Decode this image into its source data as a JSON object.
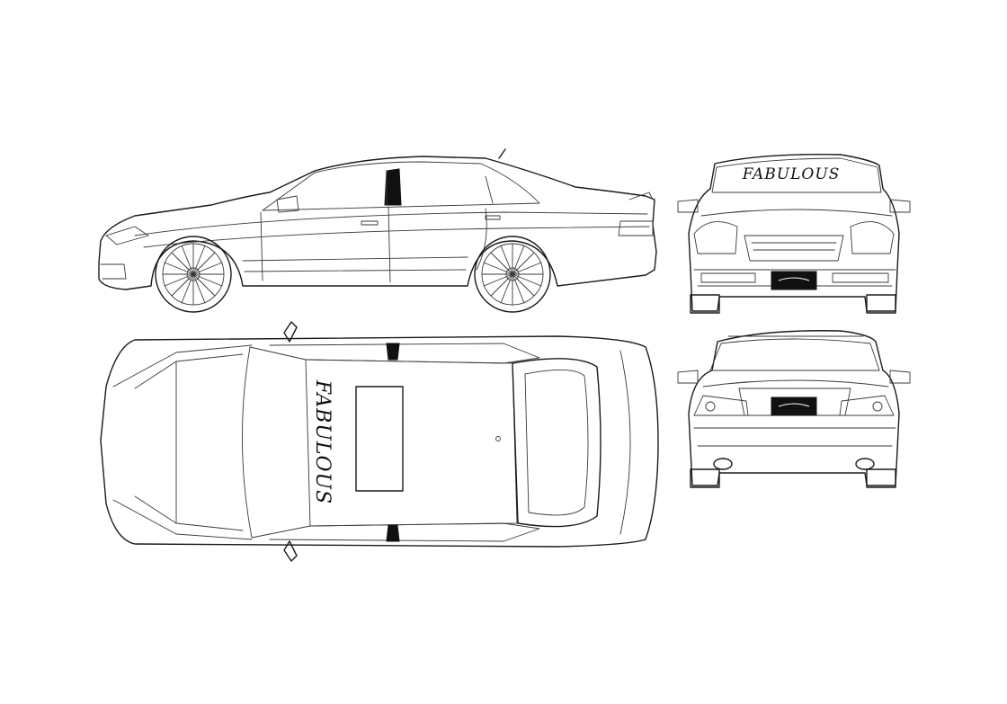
{
  "decals": {
    "windshield_text": "FABULOUS",
    "roof_text": "FABULOUS"
  },
  "views": [
    "side",
    "front",
    "top",
    "rear"
  ]
}
